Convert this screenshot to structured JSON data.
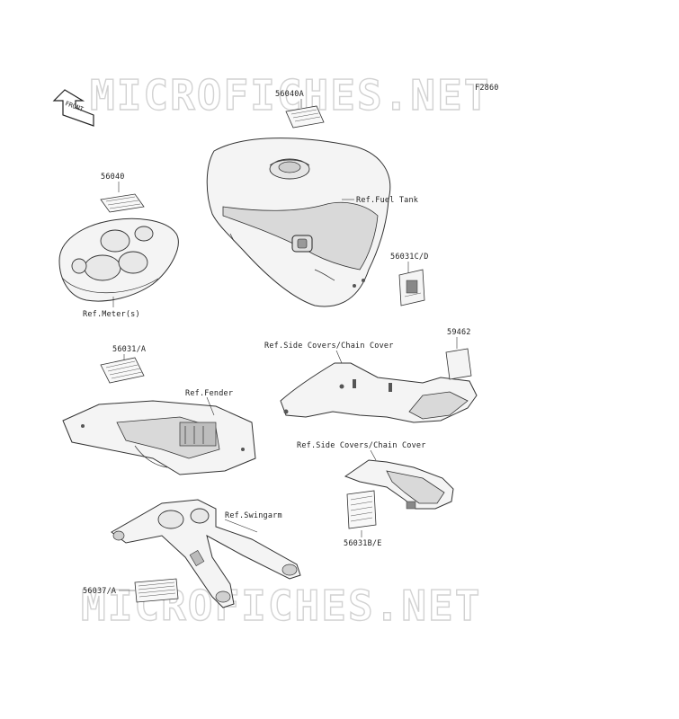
{
  "diagram": {
    "figure_code": "F2860",
    "watermark": "MICROFICHES.NET",
    "front_arrow_label": "FRONT",
    "labels": {
      "p56040A": "56040A",
      "p56040": "56040",
      "ref_fuel_tank": "Ref.Fuel Tank",
      "ref_meter": "Ref.Meter(s)",
      "p56031CD": "56031C/D",
      "p56031A": "56031/A",
      "ref_side_covers_1": "Ref.Side Covers/Chain Cover",
      "p59462": "59462",
      "ref_fender": "Ref.Fender",
      "ref_side_covers_2": "Ref.Side Covers/Chain Cover",
      "ref_swingarm": "Ref.Swingarm",
      "p56031BE": "56031B/E",
      "p56037A": "56037/A"
    }
  }
}
